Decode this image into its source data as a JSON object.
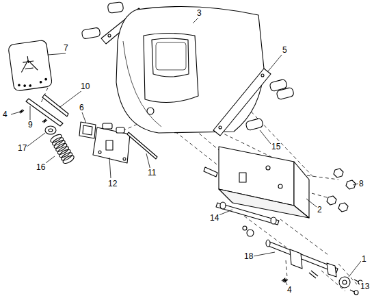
{
  "diagram": {
    "labels": [
      "3",
      "7",
      "5",
      "10",
      "4",
      "9",
      "6",
      "17",
      "16",
      "12",
      "11",
      "15",
      "8",
      "2",
      "14",
      "18",
      "1",
      "13",
      "4"
    ]
  }
}
